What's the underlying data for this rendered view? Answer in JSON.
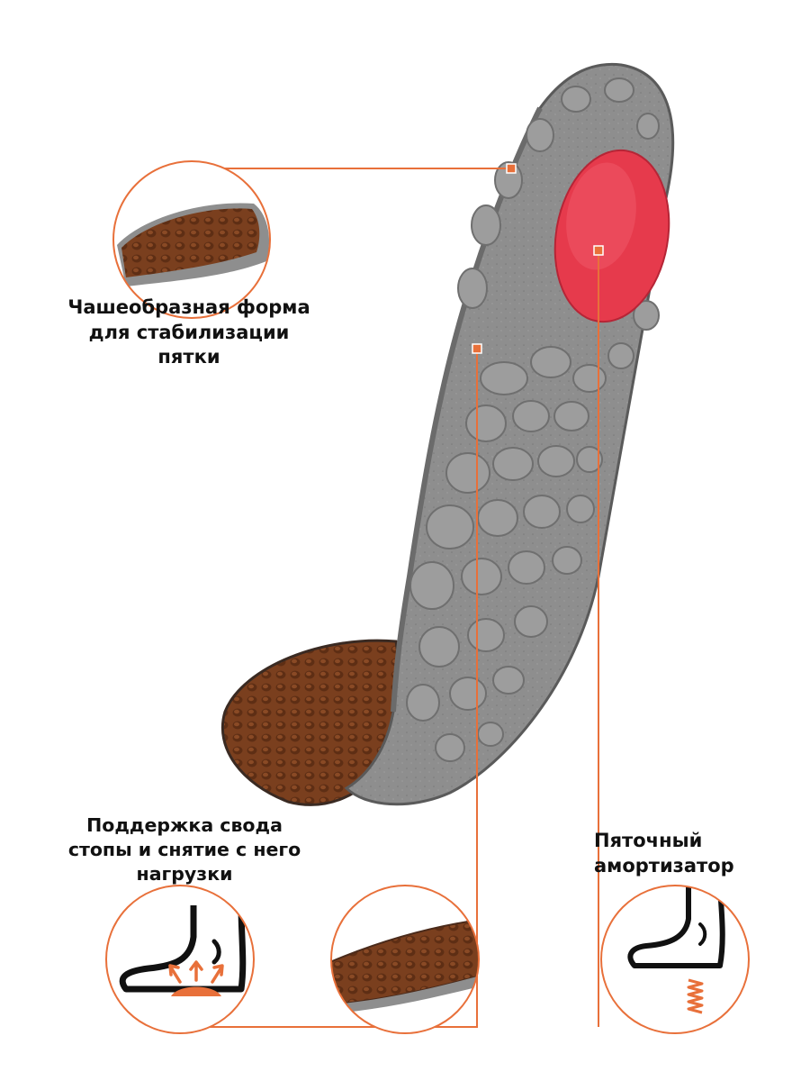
{
  "callouts": {
    "heel_cup": {
      "lines": [
        "Чашеобразная форма",
        "для стабилизации",
        "пятки"
      ]
    },
    "arch_support": {
      "lines": [
        "Поддержка свода",
        "стопы и снятие с него",
        "нагрузки"
      ]
    },
    "heel_shock": {
      "lines": [
        "Пяточный",
        "амортизатор"
      ]
    }
  },
  "colors": {
    "accent": "#e8703a",
    "insole_grey": "#8e8e8e",
    "insole_brown": "#7a3f1e",
    "heel_pad_red": "#e63a4c",
    "text": "#111111"
  },
  "icons": [
    "heel-cup-closeup",
    "foot-arch-icon",
    "insole-bottom-closeup",
    "foot-shock-absorber-icon"
  ]
}
